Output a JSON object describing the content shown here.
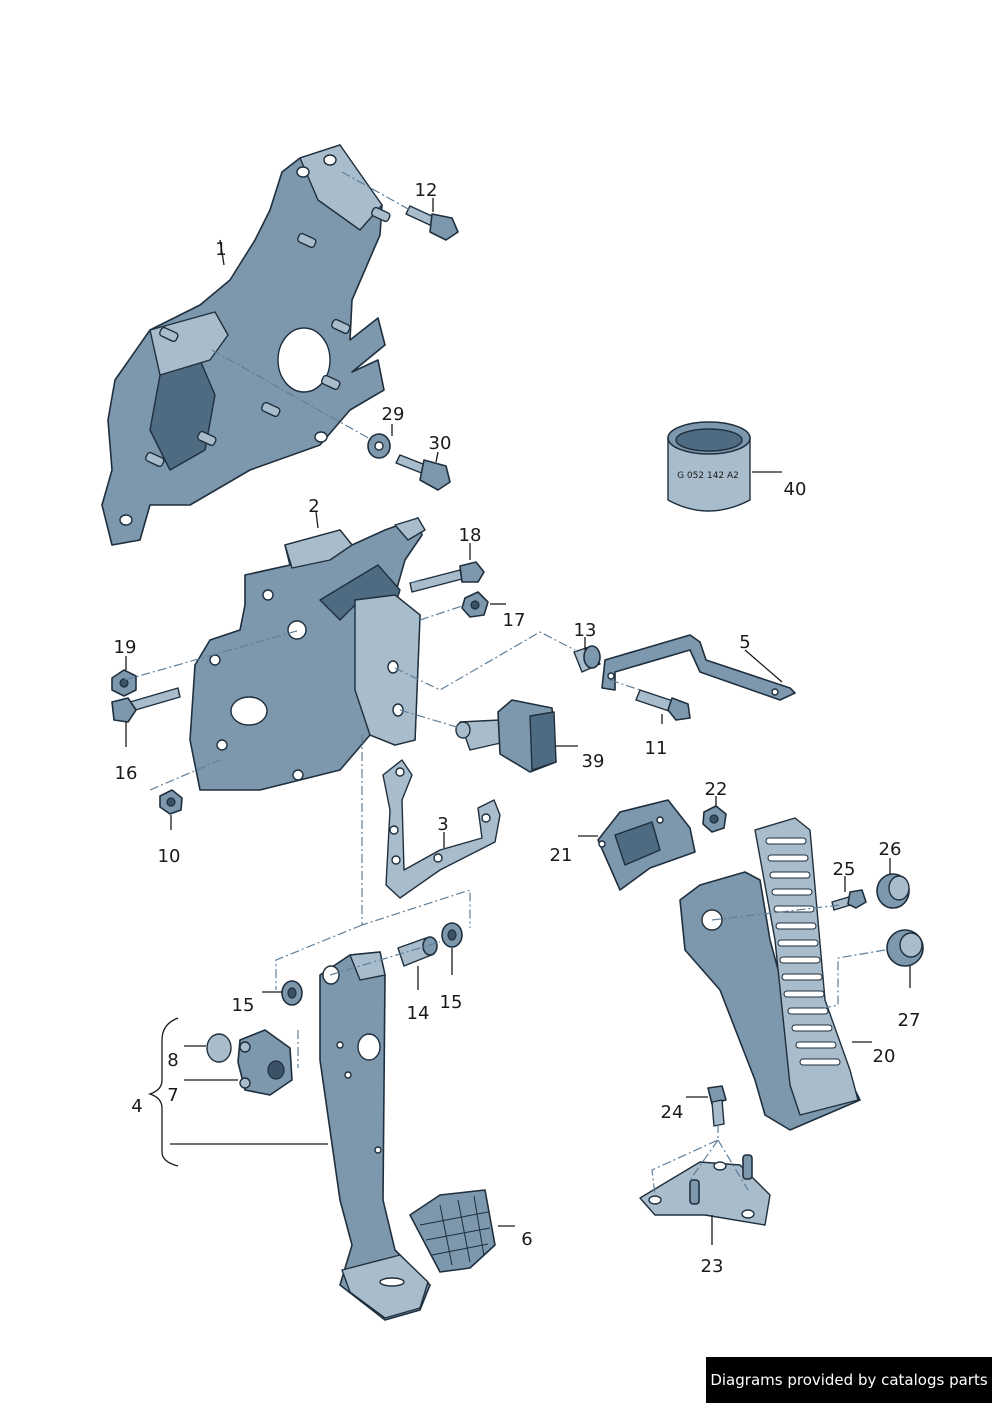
{
  "labels": {
    "p1": "1",
    "p2": "2",
    "p3": "3",
    "p4": "4",
    "p5": "5",
    "p6": "6",
    "p7": "7",
    "p8": "8",
    "p10": "10",
    "p11": "11",
    "p12": "12",
    "p13": "13",
    "p14": "14",
    "p15a": "15",
    "p15b": "15",
    "p16": "16",
    "p17": "17",
    "p18": "18",
    "p19": "19",
    "p20": "20",
    "p21": "21",
    "p22": "22",
    "p23": "23",
    "p24": "24",
    "p25": "25",
    "p26": "26",
    "p27": "27",
    "p29": "29",
    "p30": "30",
    "p39": "39",
    "p40": "40"
  },
  "part_marking": "G 052 142 A2",
  "footer": "Diagrams provided by catalogs parts",
  "colors": {
    "part": "#7d97ac",
    "part_light": "#a8bccb",
    "part_dark": "#4f6b82",
    "line": "#1f2f3d"
  }
}
